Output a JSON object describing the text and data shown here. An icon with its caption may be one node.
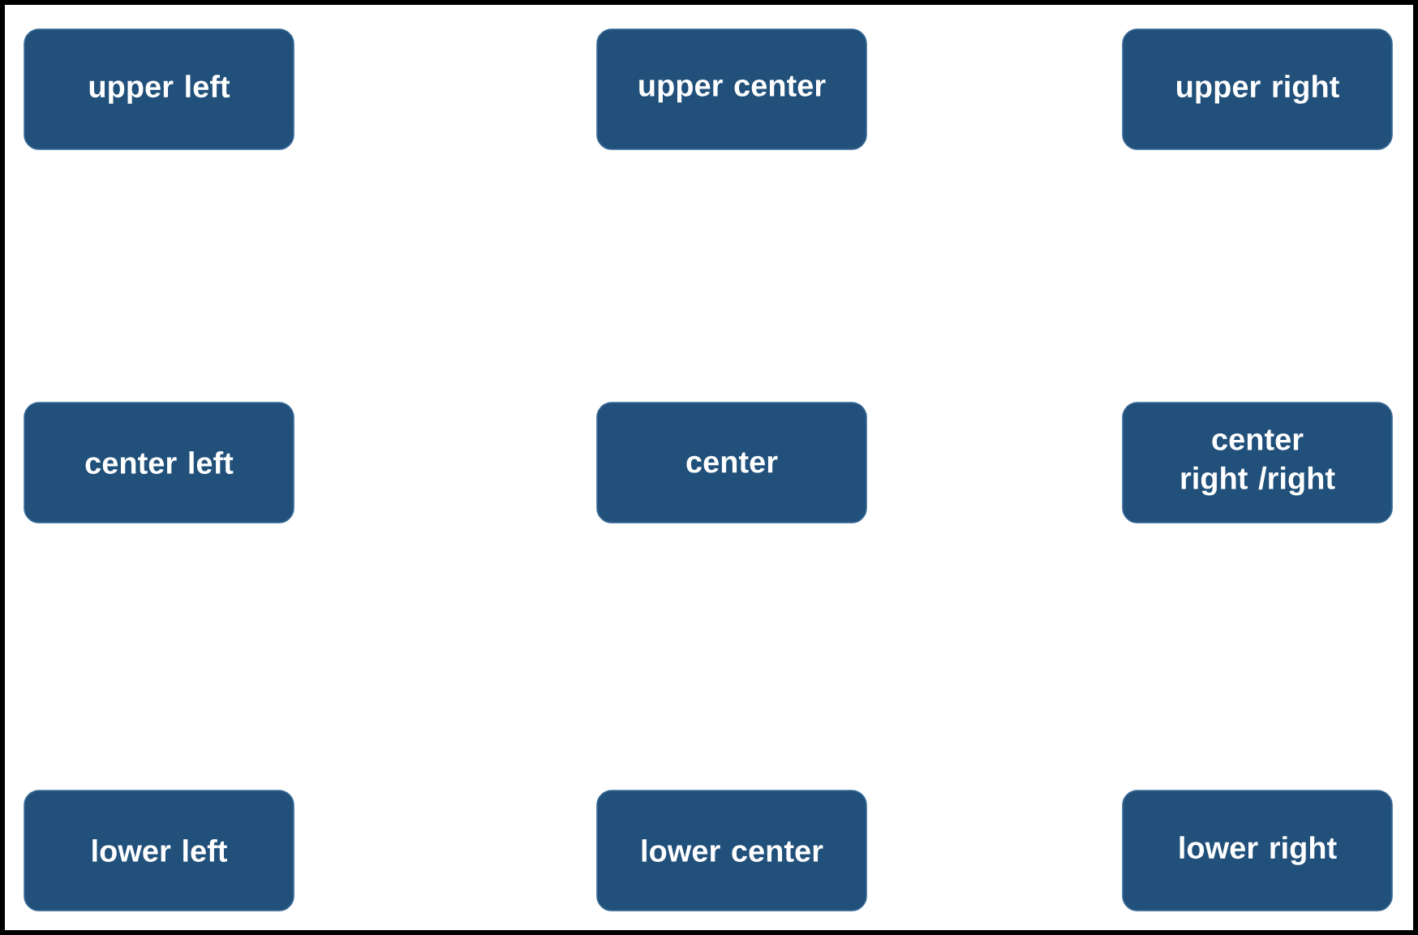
{
  "diagram": {
    "nodes": [
      {
        "text": [
          "upper left"
        ]
      },
      {
        "text": [
          "upper center"
        ]
      },
      {
        "text": [
          "upper right"
        ]
      },
      {
        "text": [
          "center left"
        ]
      },
      {
        "text": [
          "center"
        ]
      },
      {
        "text": [
          "center right /right"
        ]
      },
      {
        "text": [
          "lower left"
        ]
      },
      {
        "text": [
          "lower center"
        ]
      },
      {
        "text": [
          "lower right"
        ]
      }
    ]
  }
}
